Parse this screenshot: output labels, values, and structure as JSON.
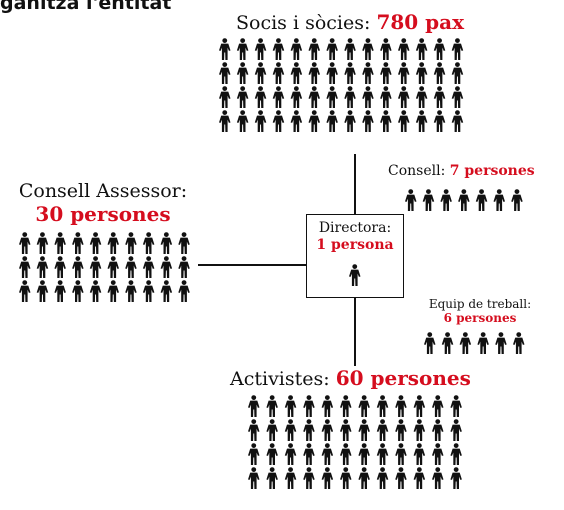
{
  "heading": "ganitza l'entitat",
  "socis": {
    "label": "Socis i sòcies:",
    "value": "780 pax"
  },
  "consell_assessor": {
    "label": "Consell Assessor:",
    "value": "30 persones"
  },
  "consell": {
    "label": "Consell:",
    "value": "7 persones"
  },
  "directora": {
    "label": "Directora:",
    "value": "1 persona"
  },
  "equip": {
    "label": "Equip de treball:",
    "value": "6 persones"
  },
  "activistes": {
    "label": "Activistes:",
    "value": "60 persones"
  },
  "colors": {
    "accent": "#d50d1e",
    "text": "#111111",
    "background": "#ffffff"
  },
  "icon": "person-icon"
}
